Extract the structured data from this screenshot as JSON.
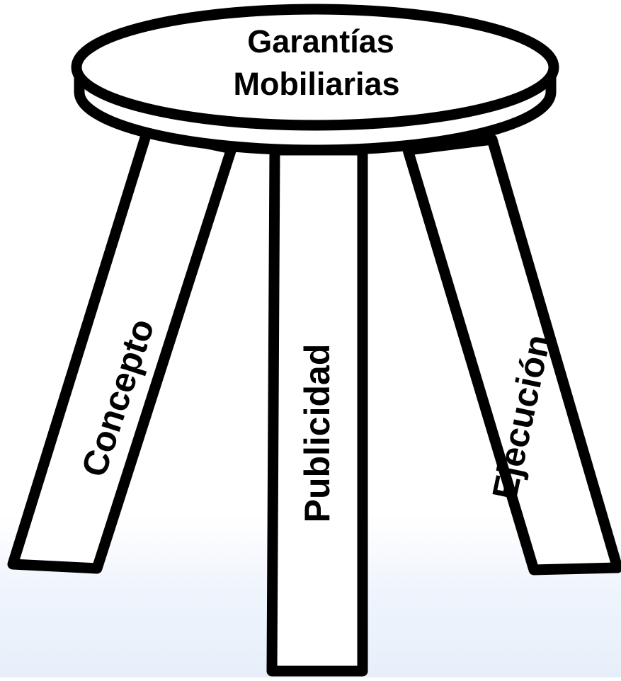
{
  "seat": {
    "line1": "Garantías",
    "line2": "Mobiliarias"
  },
  "legs": {
    "left": "Concepto",
    "center": "Publicidad",
    "right": "Ejecución"
  },
  "colors": {
    "stroke": "#000000",
    "fill": "#ffffff",
    "background_bottom": "#e6eff9"
  }
}
